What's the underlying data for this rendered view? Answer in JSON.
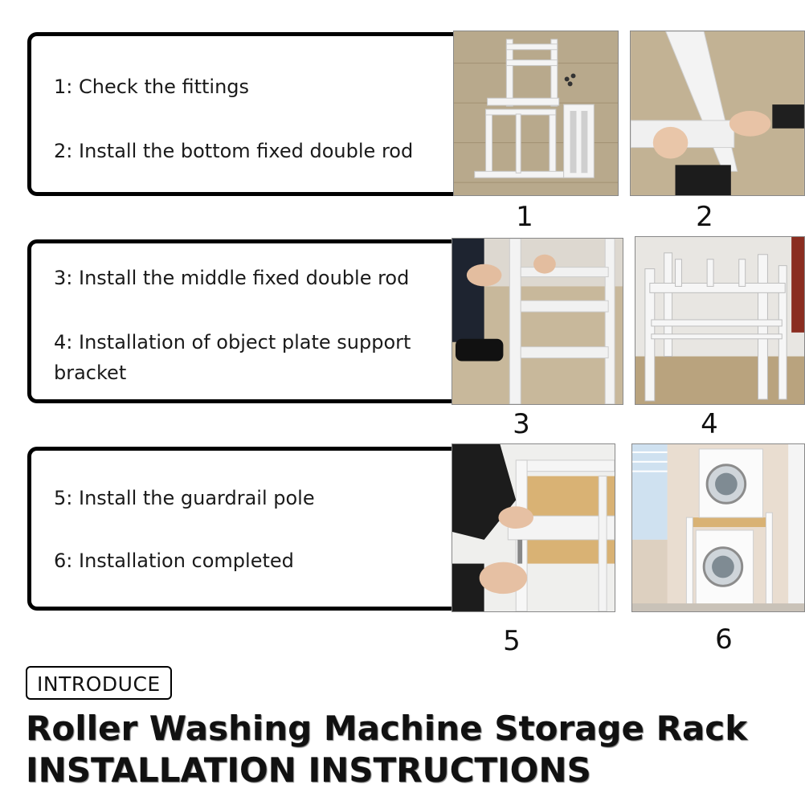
{
  "steps_group_1": {
    "line_1": "1: Check the fittings",
    "line_2": "2: Install the bottom fixed double rod"
  },
  "steps_group_2": {
    "line_1": "3: Install the middle fixed double rod",
    "line_2": "4: Installation of object plate support bracket"
  },
  "steps_group_3": {
    "line_1": "5: Install the guardrail pole",
    "line_2": "6: Installation completed"
  },
  "photo_numbers": [
    "1",
    "2",
    "3",
    "4",
    "5",
    "6"
  ],
  "badge": {
    "label": "INTRODUCE"
  },
  "title": {
    "line_1": "Roller Washing Machine Storage Rack",
    "line_2": "INSTALLATION INSTRUCTIONS"
  },
  "colors": {
    "border": "#000000",
    "floor_wood": "#b9a88a",
    "frame_white": "#f2f2f2",
    "wall": "#e6e3de",
    "countertop": "#d9b274"
  }
}
